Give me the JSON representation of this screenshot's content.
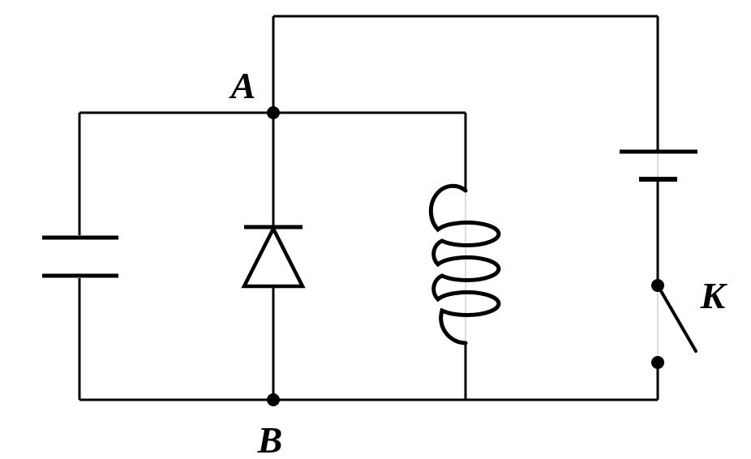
{
  "diagram": {
    "type": "circuit-schematic",
    "background_color": "#ffffff",
    "line_color": "#000000",
    "guide_line_color": "#bbbbbb",
    "labels": {
      "node_a": "A",
      "node_b": "B",
      "switch": "K"
    },
    "components": [
      "capacitor",
      "diode",
      "inductor-coil",
      "battery",
      "switch"
    ]
  }
}
